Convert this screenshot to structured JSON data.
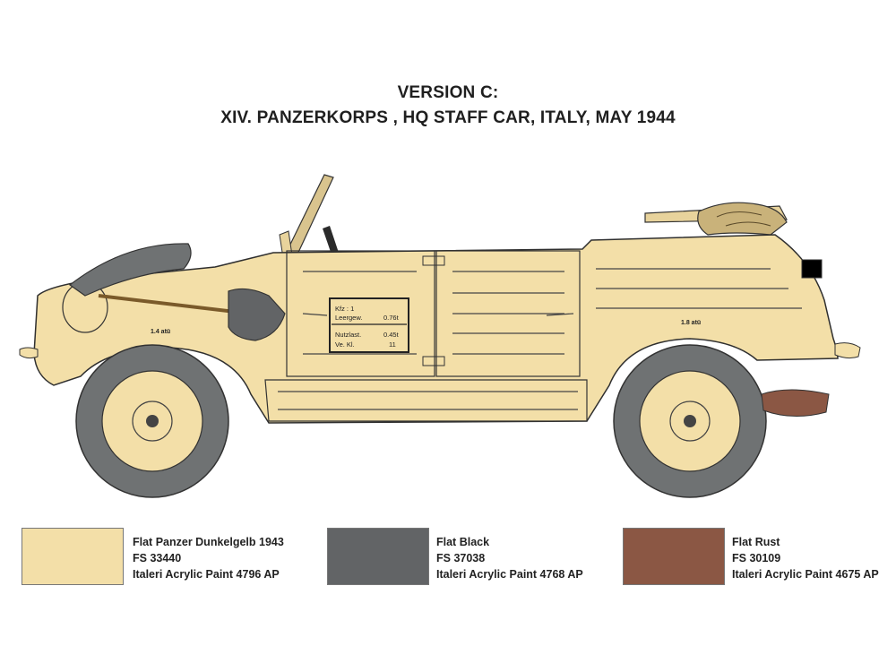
{
  "title": {
    "line1": "VERSION C:",
    "line2": "XIV. PANZERKORPS , HQ STAFF CAR, ITALY,  MAY 1944"
  },
  "vehicle": {
    "body_color": "#f3dfa8",
    "tire_color": "#6f7273",
    "plate": {
      "kfz": "Kfz  : 1",
      "leergew_label": "Leergew.",
      "leergew_value": "0.76t",
      "nutzlast_label": "Nutzlast.",
      "nutzlast_value": "0.45t",
      "vekl_label": "Ve. Kl.",
      "vekl_value": "11"
    },
    "front_tire_label": "1.4 atü",
    "rear_tire_label": "1.8 atü"
  },
  "paints": [
    {
      "name": "Flat Panzer Dunkelgelb 1943",
      "fs": "FS 33440",
      "product": "Italeri Acrylic Paint 4796 AP",
      "color": "#f3dfa8"
    },
    {
      "name": "Flat Black",
      "fs": "FS 37038",
      "product": "Italeri Acrylic Paint 4768 AP",
      "color": "#626466"
    },
    {
      "name": "Flat Rust",
      "fs": "FS 30109",
      "product": "Italeri Acrylic Paint 4675 AP",
      "color": "#8b5744"
    }
  ]
}
